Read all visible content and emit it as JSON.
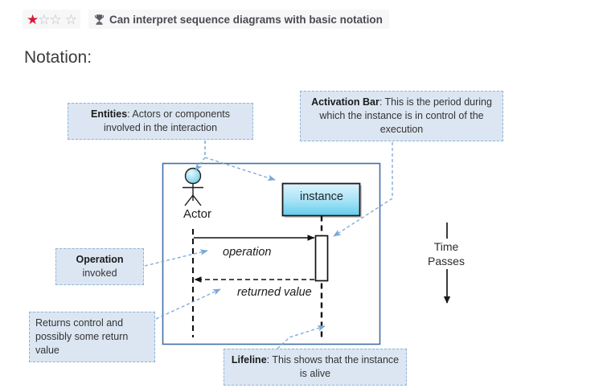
{
  "header": {
    "rating": {
      "filled": 1,
      "total": 4,
      "filled_color": "#d6173a",
      "empty_color": "#b9bcc1",
      "star_glyph_filled": "★",
      "star_glyph_empty": "☆"
    },
    "badge_icon": "trophy-icon",
    "title": "Can interpret sequence diagrams with basic notation"
  },
  "page": {
    "heading": "Notation:"
  },
  "callouts": {
    "entities": {
      "term": "Entities",
      "text": ":  Actors or components involved in the interaction"
    },
    "activation": {
      "term": "Activation Bar",
      "text": ": This is the period during which the instance is in control of the execution"
    },
    "operation": {
      "term": "Operation",
      "text": "invoked"
    },
    "returns": {
      "text": "Returns control and possibly some return value"
    },
    "lifeline": {
      "term": "Lifeline",
      "text": ": This shows that the instance is alive"
    }
  },
  "diagram": {
    "actor_label": "Actor",
    "instance_label": "instance",
    "operation_label": "operation",
    "returned_label": "returned value",
    "time_label": "Time Passes",
    "colors": {
      "frame_border": "#3f6fa8",
      "instance_fill_top": "#d7f0fb",
      "instance_fill_bottom": "#67cfef",
      "instance_border": "#1a1a1a",
      "actor_head_fill": "#9fe0f5",
      "connector": "#7ba7d7",
      "callout_fill": "#dce6f2",
      "callout_border": "#8fb4d9"
    }
  }
}
